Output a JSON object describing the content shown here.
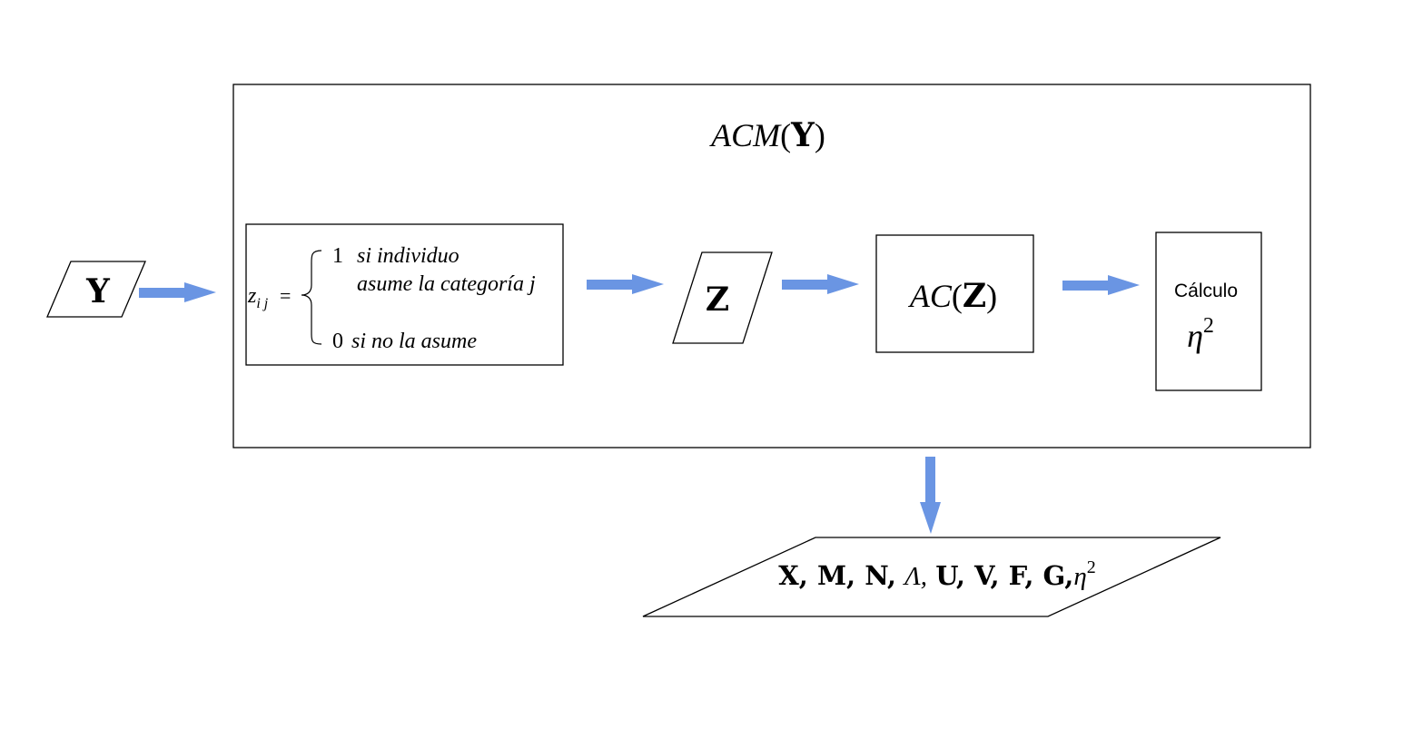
{
  "colors": {
    "arrow": "#6a95e3",
    "stroke": "#000000",
    "background": "#ffffff"
  },
  "input_node": {
    "label": "Y"
  },
  "outer_box": {
    "title_fn": "ACM",
    "title_arg": "Y"
  },
  "recode_box": {
    "lhs_var": "z",
    "lhs_sub": "i j",
    "equals": "=",
    "case1_value": "1",
    "case1_line1": "si individuo",
    "case1_line2": "asume la categoría j",
    "case2_value": "0",
    "case2_text": "si no la asume"
  },
  "z_node": {
    "label": "Z"
  },
  "ac_box": {
    "fn": "AC",
    "arg": "Z"
  },
  "calc_box": {
    "label": "Cálculo",
    "symbol": "η",
    "exponent": "2"
  },
  "output_node": {
    "bold_list": "X, M, N,",
    "lambda": "Λ,",
    "bold_list2": "U,  V, F, G,",
    "eta": "η",
    "eta_exp": "2"
  }
}
